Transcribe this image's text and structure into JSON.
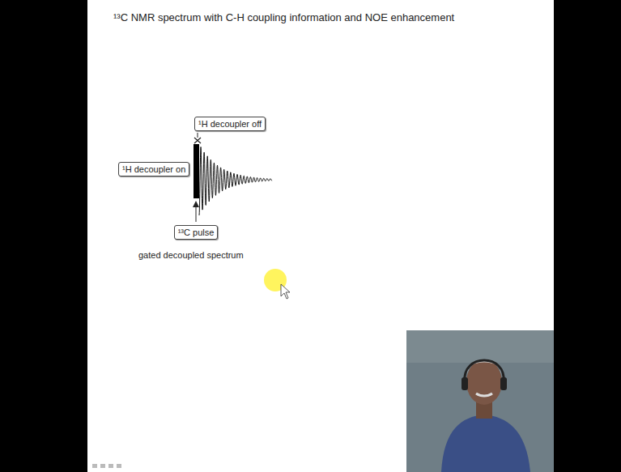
{
  "diagram": {
    "title": "¹³C NMR spectrum with C-H coupling information and NOE enhancement",
    "nodes": [
      {
        "text": [
          "¹H decoupler off"
        ]
      },
      {
        "text": [
          "¹H decoupler on"
        ]
      },
      {
        "text": [
          "¹³C pulse"
        ]
      }
    ],
    "labels": [
      "gated decoupled spectrum"
    ]
  }
}
